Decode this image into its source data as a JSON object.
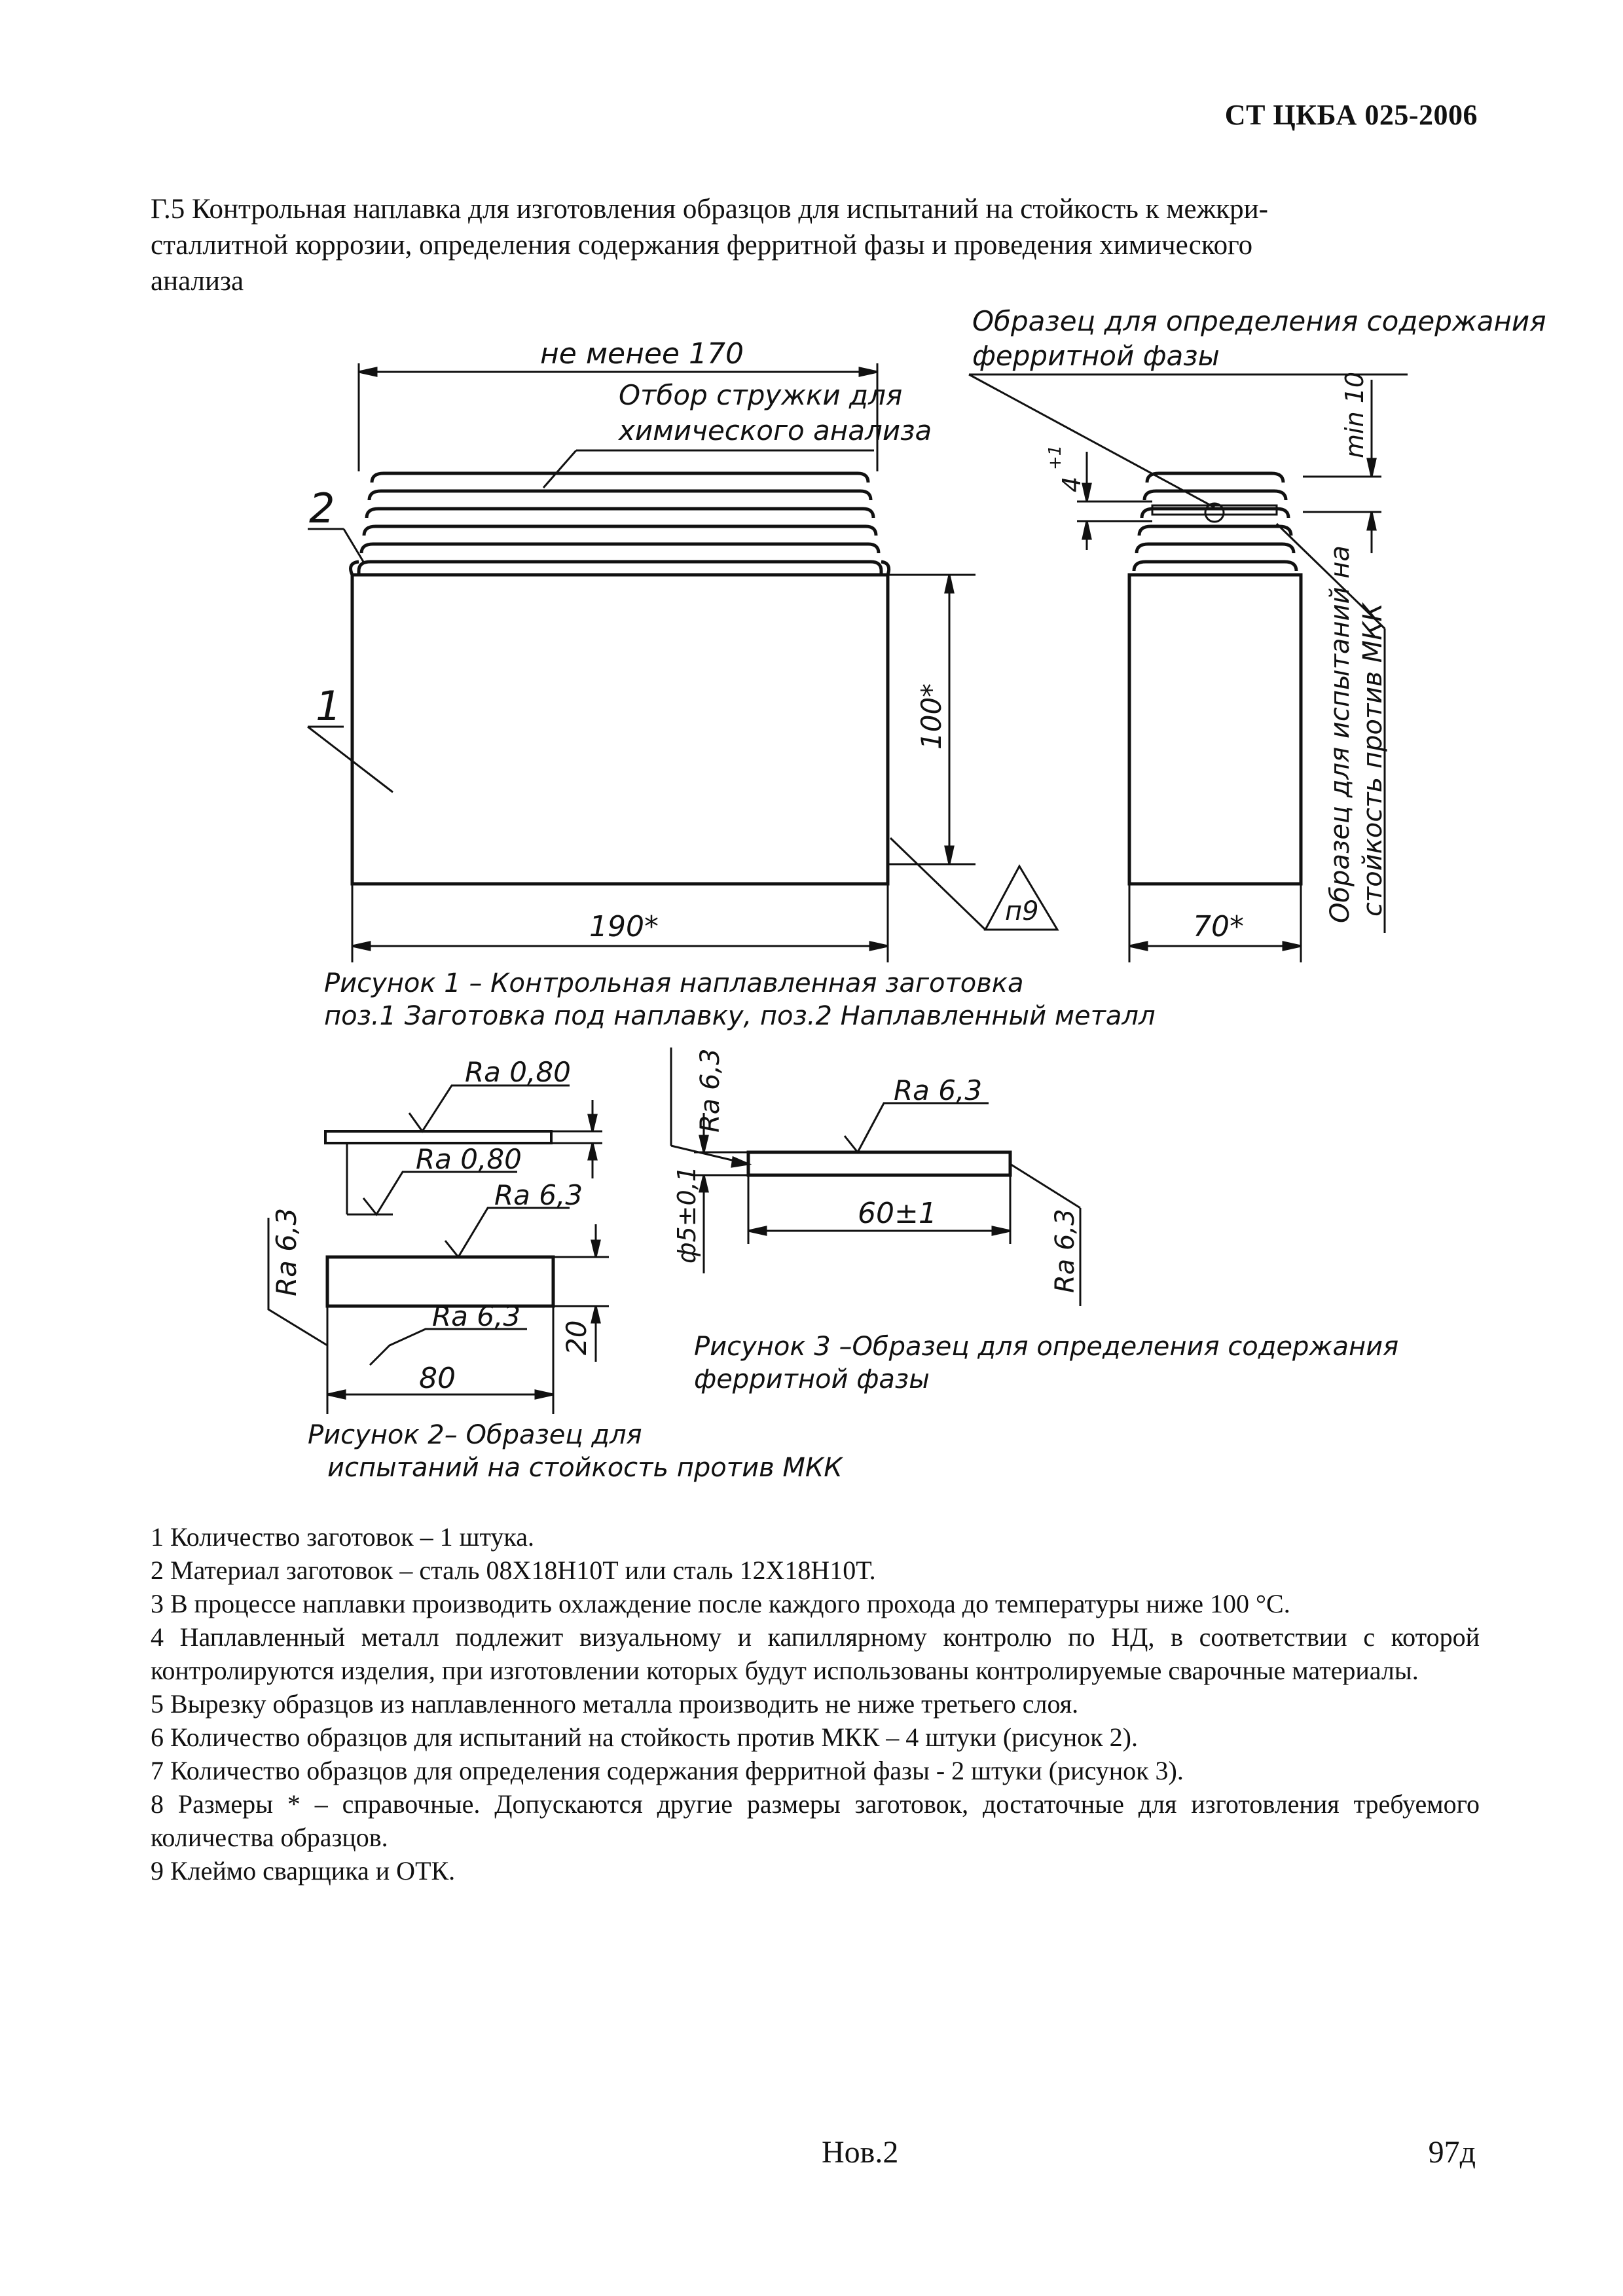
{
  "header": {
    "doc_code": "СТ ЦКБА 025-2006"
  },
  "intro": {
    "lines": [
      "Г.5 Контрольная наплавка для изготовления образцов для испытаний на стойкость к межкри-",
      "сталлитной коррозии, определения содержания ферритной фазы и проведения химического",
      "анализа"
    ]
  },
  "figure1": {
    "dim_min_length": "не менее 170",
    "chips_note_line1": "Отбор стружки для",
    "chips_note_line2": "химического анализа",
    "pos2": "2",
    "pos1": "1",
    "dim_height": "100*",
    "dim_width": "190*",
    "weld_mark": "п9",
    "ferrite_note_line1": "Образец для определения содержания",
    "ferrite_note_line2": "ферритной фазы",
    "dim_min10": "min 10",
    "dim_4": "4",
    "dim_4_tol": "+1",
    "mkk_note_line1": "Образец для испытаний на",
    "mkk_note_line2": "стойкость против МКК",
    "dim_side_width": "70*",
    "caption_line1": "Рисунок 1 – Контрольная наплавленная заготовка",
    "caption_line2": "поз.1 Заготовка под наплавку, поз.2 Наплавленный металл"
  },
  "figure2": {
    "ra_top": "Ra 0,80",
    "ra_top_lower": "Ra 0,80",
    "ra_upper": "Ra 6,3",
    "ra_left": "Ra 6,3",
    "ra_lower": "Ra 6,3",
    "dim_height": "20",
    "dim_length": "80",
    "caption_line1": "Рисунок 2– Образец для",
    "caption_line2": "испытаний на стойкость против МКК"
  },
  "figure3": {
    "ra_left_top": "Ra 6,3",
    "ra_top": "Ra 6,3",
    "ra_right": "Ra 6,3",
    "dim_diameter": "ф5±0,1",
    "dim_length": "60±1",
    "caption_line1": "Рисунок 3 –Образец для определения содержания",
    "caption_line2": "ферритной фазы"
  },
  "notes": [
    "1 Количество заготовок – 1 штука.",
    "2 Материал заготовок – сталь 08Х18Н10Т или сталь 12Х18Н10Т.",
    "3 В процессе наплавки производить охлаждение после каждого прохода до температуры ниже 100 °С.",
    "4 Наплавленный металл подлежит визуальному и капиллярному контролю по НД, в соответствии с которой контролируются изделия, при изготовлении которых будут использованы контролируемые сварочные материалы.",
    "5 Вырезку образцов из наплавленного металла производить не ниже третьего слоя.",
    "6 Количество образцов для испытаний на стойкость против МКК – 4 штуки (рисунок 2).",
    "7 Количество образцов для определения содержания ферритной фазы - 2 штуки (рисунок 3).",
    "8 Размеры * – справочные. Допускаются другие размеры заготовок, достаточные для изготовления требуемого количества образцов.",
    "9 Клеймо сварщика и ОТК."
  ],
  "footer": {
    "revision": "Нов.2",
    "page": "97д"
  }
}
